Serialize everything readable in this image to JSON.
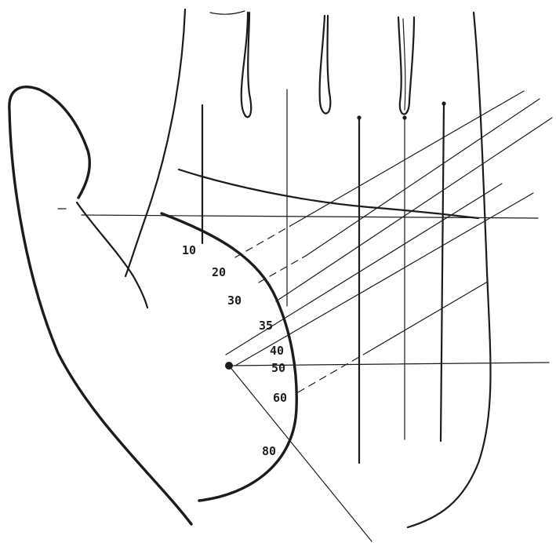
{
  "diagram": {
    "age_scale": [
      "10",
      "20",
      "30",
      "35",
      "40",
      "50",
      "60",
      "80"
    ]
  },
  "colors": {
    "ink": "#1c1c1c",
    "paper": "#ffffff"
  }
}
